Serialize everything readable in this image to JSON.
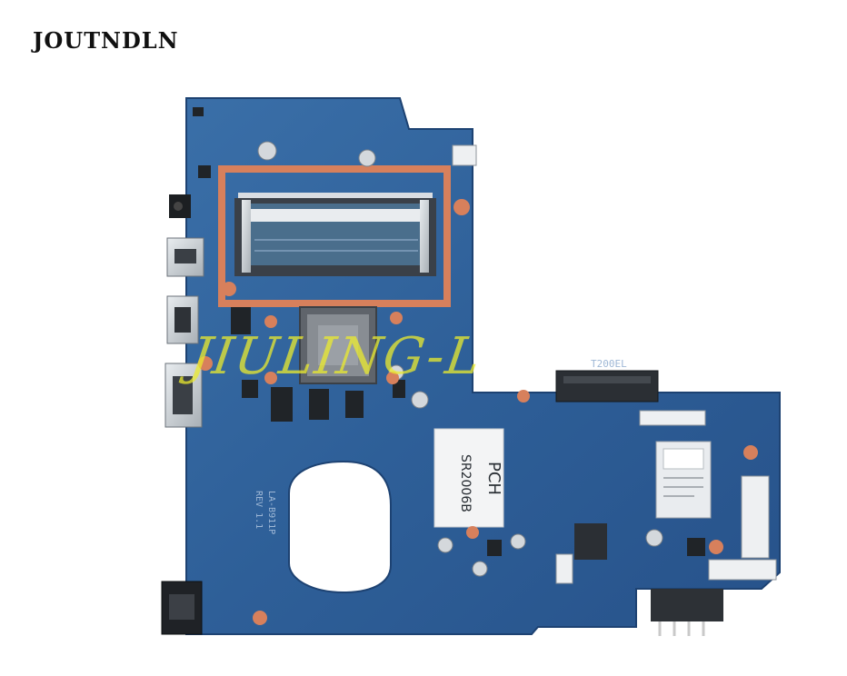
{
  "brand": {
    "text": "JOUTNDLN"
  },
  "watermark": {
    "text": "JIULING-L",
    "color": "#ebeb2d"
  },
  "board": {
    "pcb_color": "#2e5f98",
    "pad_color": "#d7805c",
    "pch_label": "PCH",
    "pch_serial": "SR2006B",
    "sata_label": "T200EL",
    "board_text": "LA-B911P",
    "rev_text": "REV 1.1"
  }
}
